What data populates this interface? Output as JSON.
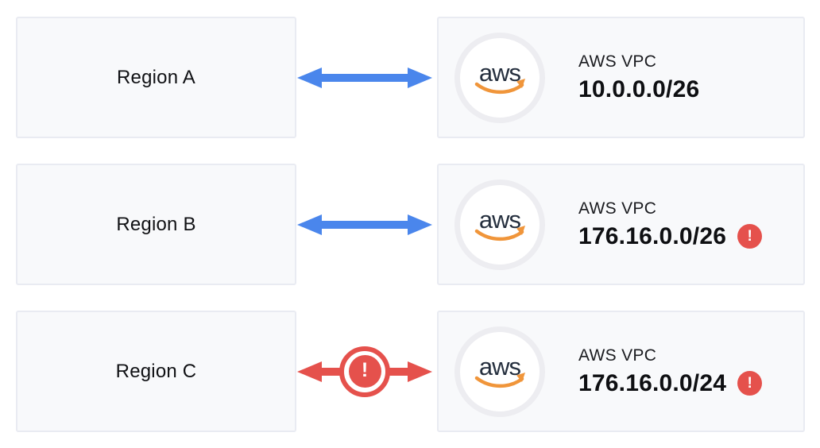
{
  "diagram": {
    "type": "vpc-peering-cidr-conflict",
    "colors": {
      "panel_bg": "#f8f9fb",
      "panel_border": "#e9ebf2",
      "link_ok_blue": "#4a86ec",
      "alert_red": "#e5514c",
      "aws_navy": "#252f3e",
      "aws_orange": "#f0953a",
      "text_primary": "#101114"
    },
    "aws_logo_text": "aws",
    "alert_glyph": "!",
    "rows": [
      {
        "region": "Region A",
        "vpc_label": "AWS VPC",
        "cidr": "10.0.0.0/26",
        "link_status": "ok",
        "cidr_conflict": false
      },
      {
        "region": "Region B",
        "vpc_label": "AWS VPC",
        "cidr": "176.16.0.0/26",
        "link_status": "ok",
        "cidr_conflict": true
      },
      {
        "region": "Region C",
        "vpc_label": "AWS VPC",
        "cidr": "176.16.0.0/24",
        "link_status": "error",
        "cidr_conflict": true
      }
    ]
  }
}
